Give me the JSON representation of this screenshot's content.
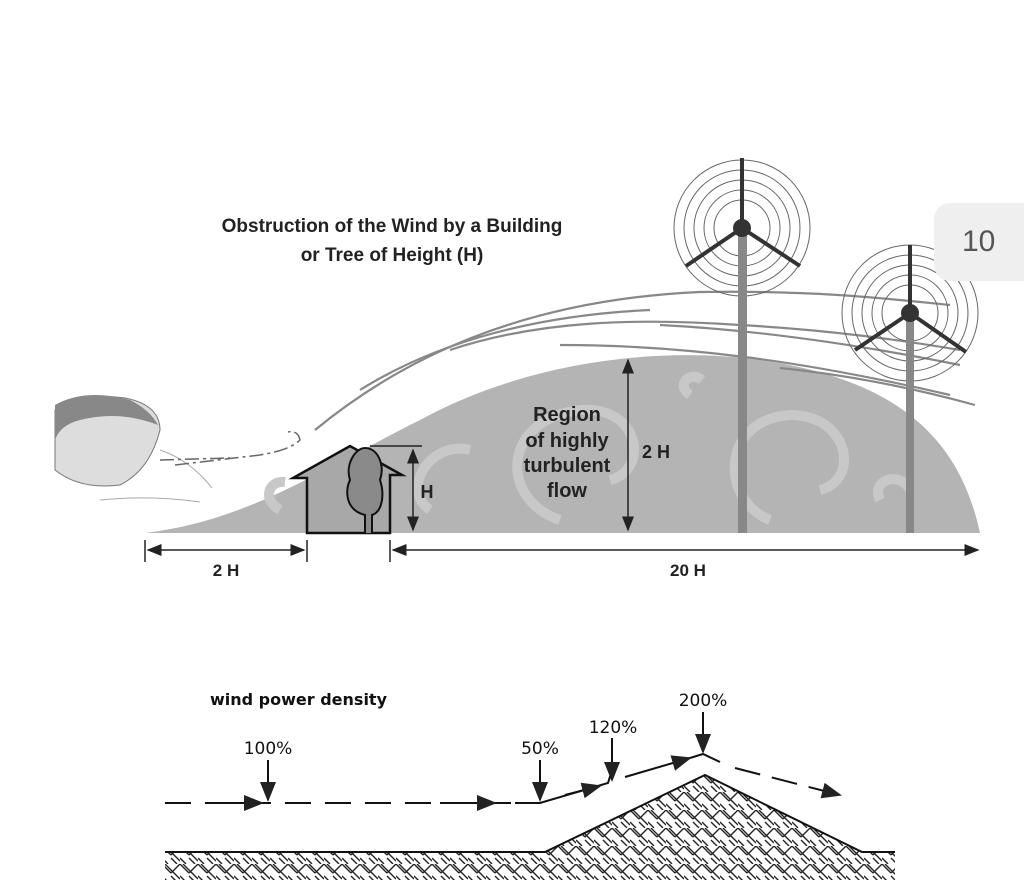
{
  "page_number": "10",
  "top_diagram": {
    "title_line1": "Obstruction of the Wind by a Building",
    "title_line2": "or Tree of Height (H)",
    "region_lines": [
      "Region",
      "of highly",
      "turbulent",
      "flow"
    ],
    "height_label_region": "2 H",
    "height_label_obstacle": "H",
    "upstream_distance": "2 H",
    "downstream_distance": "20 H",
    "colors": {
      "turbulence": "#b4b4b4",
      "ink": "#222222"
    }
  },
  "bottom_diagram": {
    "title": "wind power density",
    "labels": [
      "100%",
      "50%",
      "120%",
      "200%"
    ]
  }
}
